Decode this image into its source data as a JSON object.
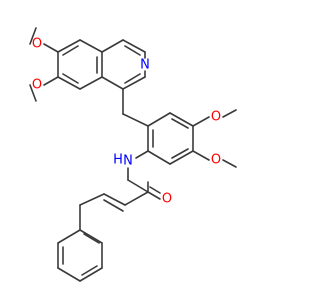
{
  "molecule": {
    "atoms": {
      "o_top": {
        "symbol": "O",
        "color": "#ff0000"
      },
      "o_left": {
        "symbol": "O",
        "color": "#ff0000"
      },
      "n_isoq": {
        "symbol": "N",
        "color": "#0000ff"
      },
      "o_right1": {
        "symbol": "O",
        "color": "#ff0000"
      },
      "o_right2": {
        "symbol": "O",
        "color": "#ff0000"
      },
      "nh": {
        "symbol": "N",
        "color": "#0000ff"
      },
      "h_amide": {
        "symbol": "H",
        "color": "#0000ff"
      },
      "o_carbonyl": {
        "symbol": "O",
        "color": "#ff0000"
      }
    },
    "bond_color": "#3a3a3a"
  }
}
